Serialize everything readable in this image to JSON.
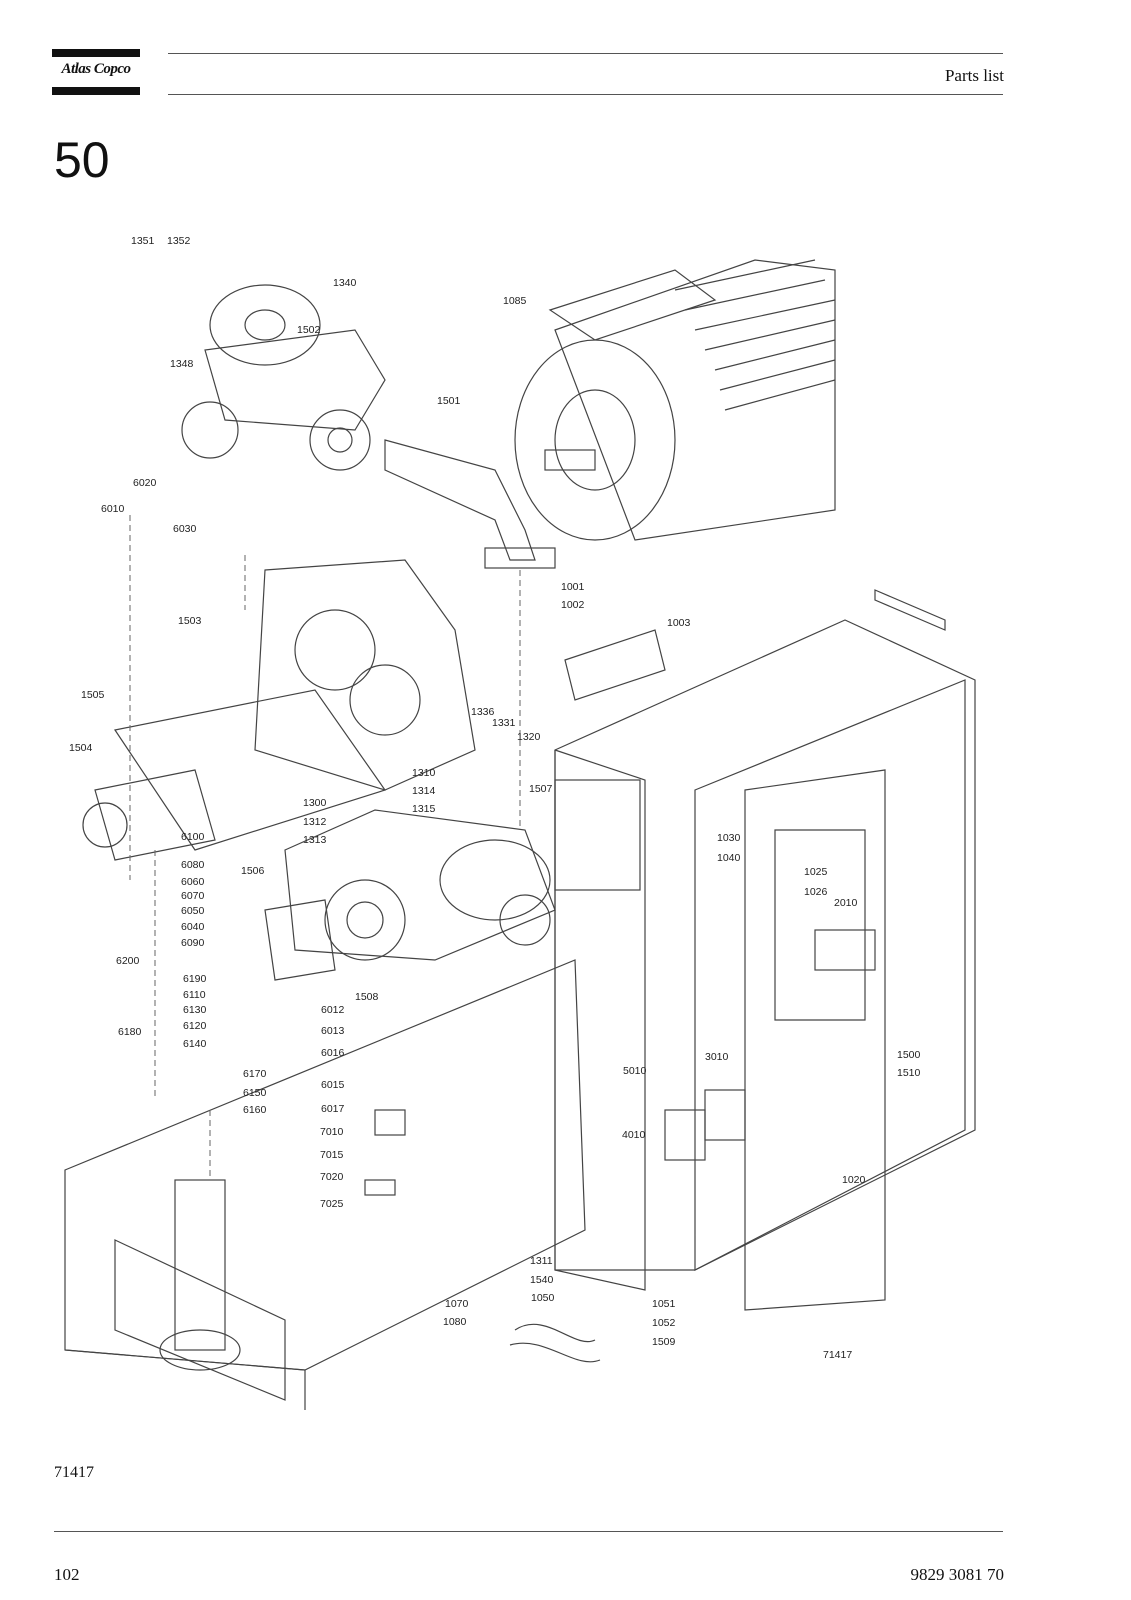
{
  "header": {
    "brand": "Atlas Copco",
    "title": "Parts list"
  },
  "section": {
    "number": "50"
  },
  "drawing": {
    "callouts": [
      "1351",
      "1352",
      "1340",
      "1085",
      "1502",
      "1348",
      "1501",
      "6020",
      "6010",
      "6030",
      "1503",
      "1001",
      "1002",
      "1003",
      "1505",
      "1504",
      "1336",
      "1331",
      "1320",
      "1310",
      "1507",
      "1300",
      "1314",
      "1312",
      "1315",
      "1313",
      "6100",
      "1506",
      "6080",
      "6060",
      "6070",
      "6050",
      "6040",
      "6090",
      "6200",
      "6190",
      "6110",
      "6130",
      "6180",
      "6120",
      "6140",
      "1508",
      "6012",
      "6013",
      "6016",
      "6170",
      "6015",
      "6150",
      "6160",
      "6017",
      "7010",
      "7015",
      "7020",
      "7025",
      "1030",
      "1040",
      "1025",
      "1026",
      "2010",
      "5010",
      "3010",
      "4010",
      "1500",
      "1510",
      "1020",
      "1311",
      "1540",
      "1050",
      "1070",
      "1080",
      "1051",
      "1052",
      "1509"
    ],
    "drawing_number": "71417"
  },
  "footer": {
    "figure_id": "71417",
    "page_number": "102",
    "doc_number": "9829 3081 70"
  }
}
